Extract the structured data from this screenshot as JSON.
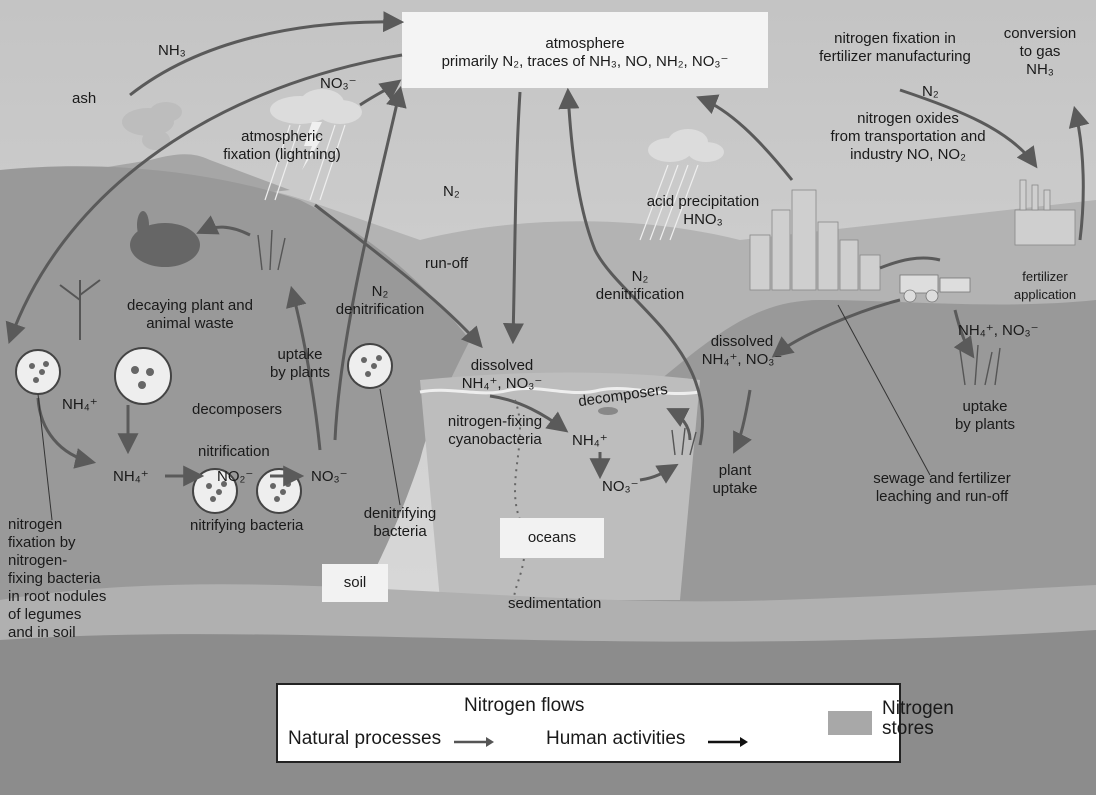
{
  "labels": {
    "atmosphere_title": "atmosphere",
    "atmosphere_composition": "primarily N₂, traces of NH₃, NO, NH₂, NO₃⁻",
    "nh3_top_left": "NH₃",
    "ash": "ash",
    "no3_cloud": "NO₃⁻",
    "atmospheric_fixation": "atmospheric\nfixation (lightning)",
    "fertilizer_fixation": "nitrogen fixation in\nfertilizer manufacturing",
    "conversion_to_gas": "conversion\nto gas\nNH₃",
    "n2_fertilizer": "N₂",
    "nitrogen_oxides": "nitrogen oxides\nfrom transportation and\nindustry NO, NO₂",
    "n2_mid": "N₂",
    "acid_precipitation": "acid precipitation\nHNO₃",
    "run_off": "run-off",
    "n2_denitrification_ocean": "N₂\ndenitrification",
    "fertilizer_application": "fertilizer\napplication",
    "nh4_no3_fields": "NH₄⁺, NO₃⁻",
    "decaying_waste": "decaying plant and\nanimal waste",
    "n2_denitrification_soil": "N₂\ndenitrification",
    "uptake_by_plants_left": "uptake\nby plants",
    "dissolved_right": "dissolved\nNH₄⁺, NO₃⁻",
    "dissolved_ocean": "dissolved\nNH₄⁺, NO₃⁻",
    "decomposers_left": "decomposers",
    "decomposers_ocean": "decomposers",
    "nh4_root": "NH₄⁺",
    "nitrogen_fixing_cyanobacteria": "nitrogen-fixing\ncyanobacteria",
    "nh4_ocean": "NH₄⁺",
    "uptake_by_plants_right": "uptake\nby plants",
    "nitrification": "nitrification",
    "nh4_soil": "NH₄⁺",
    "no2_soil": "NO₂⁻",
    "no3_soil": "NO₃⁻",
    "no3_ocean": "NO₃⁻",
    "plant_uptake": "plant\nuptake",
    "sewage": "sewage and fertilizer\nleaching and run-off",
    "nitrifying_bacteria": "nitrifying bacteria",
    "denitrifying_bacteria": "denitrifying\nbacteria",
    "nitrogen_fixation_bacteria": "nitrogen\nfixation by\nnitrogen-\nfixing bacteria\nin root nodules\nof legumes\nand in soil",
    "oceans": "oceans",
    "soil": "soil",
    "sedimentation": "sedimentation"
  },
  "legend": {
    "title": "Nitrogen flows",
    "natural": "Natural processes",
    "human": "Human activities",
    "stores": "Nitrogen\nstores",
    "natural_color": "#555555",
    "human_color": "#111111",
    "stores_color": "#a8a8a8"
  },
  "colors": {
    "sky": "#cfcfcf",
    "land": "#9e9e9e",
    "water": "#bdbdbd",
    "sediment": "#8a8a8a",
    "arrow": "#5a5a5a"
  }
}
